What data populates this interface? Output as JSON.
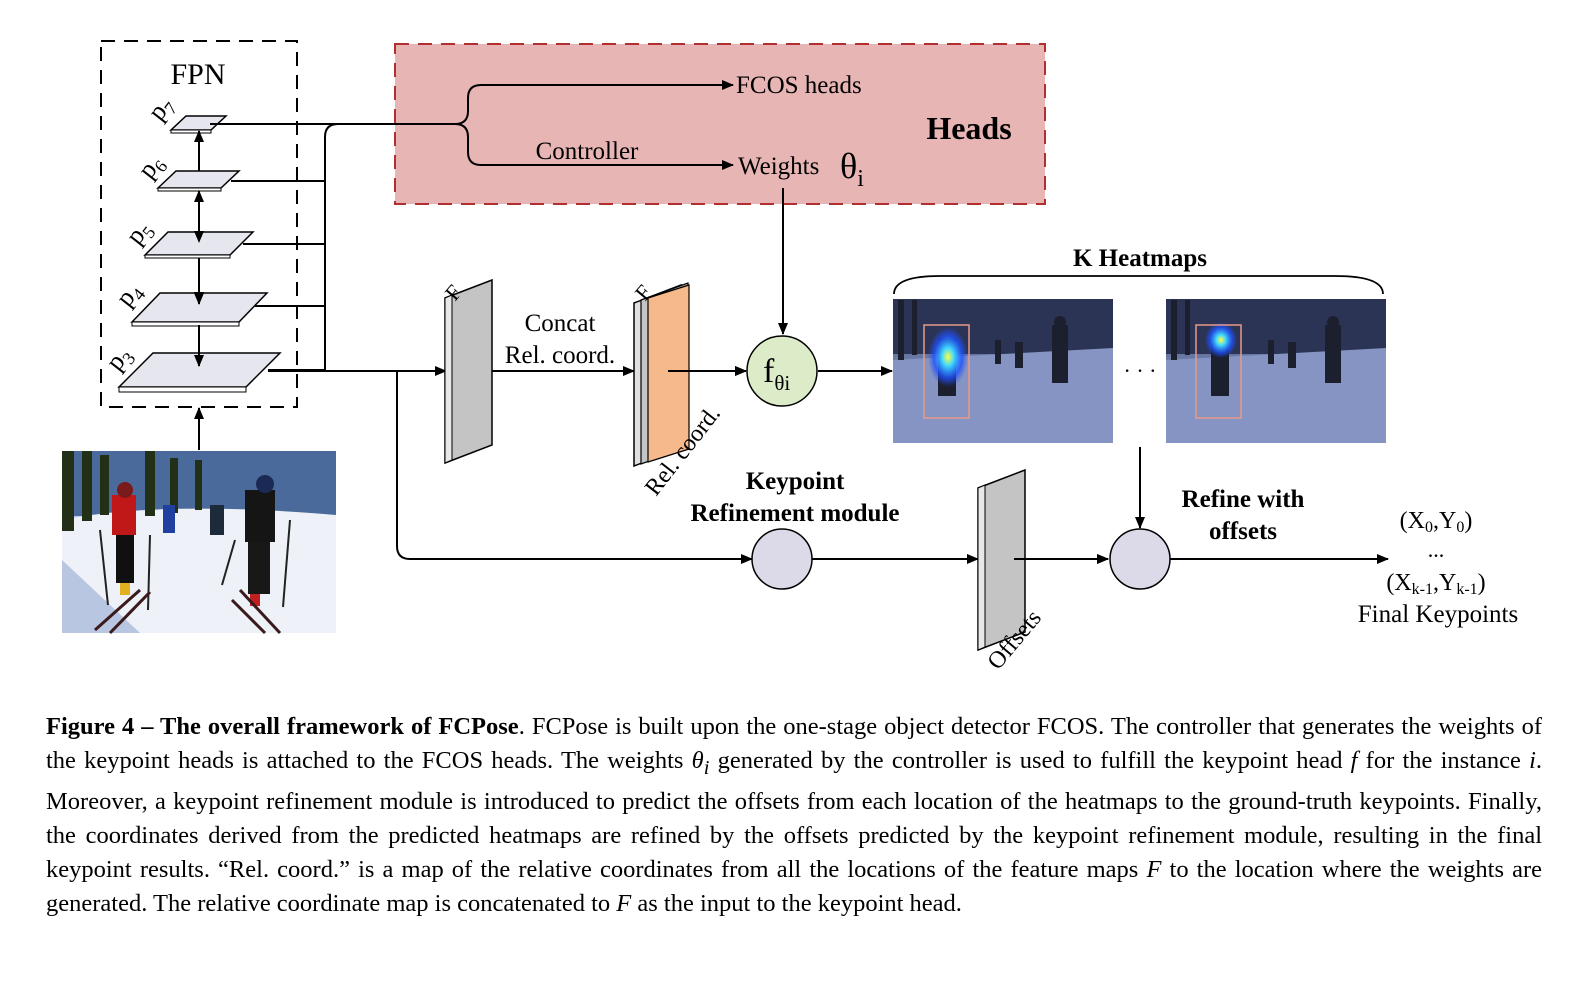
{
  "diagram": {
    "fpn_title": "FPN",
    "levels": [
      "p",
      "p",
      "p",
      "p",
      "p"
    ],
    "level_subs": [
      "7",
      "6",
      "5",
      "4",
      "3"
    ],
    "heads_title": "Heads",
    "fcos_heads": "FCOS heads",
    "controller": "Controller",
    "weights": "Weights",
    "theta": "θ",
    "theta_sub": "i",
    "f_label_1": "F",
    "f_label_2": "F",
    "concat_line1": "Concat",
    "concat_line2": "Rel. coord.",
    "rel_coord_rot": "Rel. coord.",
    "f_theta": "f",
    "f_theta_sub": "θi",
    "k_heatmaps": "K Heatmaps",
    "ellipsis": "· · ·",
    "keypoint_refinement_1": "Keypoint",
    "keypoint_refinement_2": "Refinement module",
    "offsets": "Offsets",
    "refine_1": "Refine with",
    "refine_2": "offsets",
    "out_first": "(X",
    "out_first_sub": "0",
    "out_first_mid": ",Y",
    "out_first_sub2": "0",
    "out_first_end": ")",
    "out_dots": "...",
    "out_last": "(X",
    "out_last_sub": "k-1",
    "out_last_mid": ",Y",
    "out_last_sub2": "k-1",
    "out_last_end": ")",
    "final_keypoints": "Final Keypoints",
    "colors": {
      "heads_fill": "#e8b5b5",
      "heads_border": "#b03030",
      "orange_map": "#f5b98b",
      "gray_map": "#c4c4c4",
      "f_theta_fill": "#dcebc8",
      "module_fill": "#dcd9e8"
    }
  },
  "caption": {
    "fig_label": "Figure 4 – The overall framework of FCPose",
    "t1": ". FCPose is built upon the one-stage object detector FCOS. The controller that generates the weights of the keypoint heads is attached to the FCOS heads.  The weights ",
    "theta": "θ",
    "theta_sub": "i",
    "t2": " generated by the controller is used to fulfill the keypoint head ",
    "f": "f",
    "t3": " for the instance ",
    "i": "i",
    "t4": ".  Moreover, a keypoint refinement module is introduced to predict the offsets from each location of the heatmaps to the ground-truth keypoints.  Finally, the coordinates derived from the predicted heatmaps are refined by the offsets predicted by the keypoint refinement module, resulting in the final keypoint results. “Rel. coord.” is a map of the relative coordinates from all the locations of the feature maps ",
    "F1": "F",
    "t5": " to the location where the weights are generated. The relative coordinate map is concatenated to ",
    "F2": "F",
    "t6": " as the input to the keypoint head."
  }
}
